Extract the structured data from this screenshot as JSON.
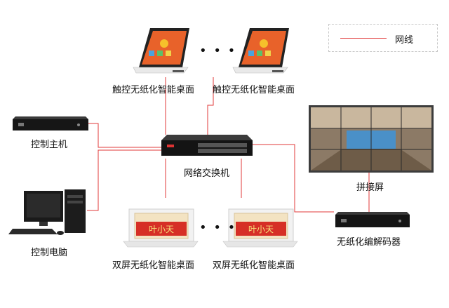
{
  "legend": {
    "line_label": "网线",
    "line_color": "#e03a3a"
  },
  "nodes": {
    "touch_desk_1": "触控无纸化智能桌面",
    "touch_desk_2": "触控无纸化智能桌面",
    "control_host": "控制主机",
    "network_switch": "网络交换机",
    "control_pc": "控制电脑",
    "splice_screen": "拼接屏",
    "paperless_codec": "无纸化编解码器",
    "dual_desk_1": "双屏无纸化智能桌面",
    "dual_desk_2": "双屏无纸化智能桌面"
  },
  "ellipsis": "• • •",
  "name_plate_text": "叶小天"
}
